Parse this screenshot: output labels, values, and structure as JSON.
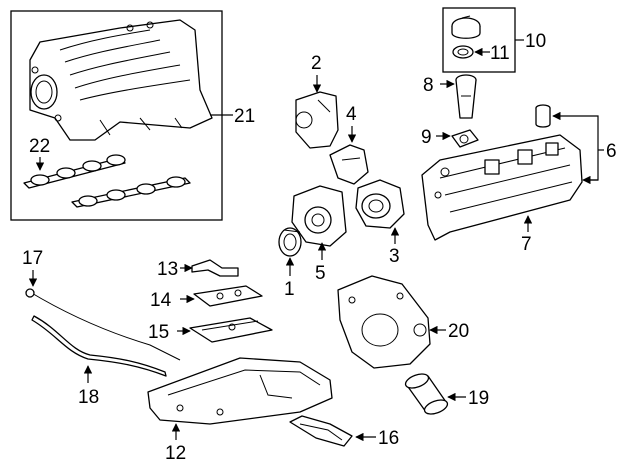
{
  "callouts": [
    {
      "id": "1",
      "label": "1"
    },
    {
      "id": "2",
      "label": "2"
    },
    {
      "id": "3",
      "label": "3"
    },
    {
      "id": "4",
      "label": "4"
    },
    {
      "id": "5",
      "label": "5"
    },
    {
      "id": "6",
      "label": "6"
    },
    {
      "id": "7",
      "label": "7"
    },
    {
      "id": "8",
      "label": "8"
    },
    {
      "id": "9",
      "label": "9"
    },
    {
      "id": "10",
      "label": "10"
    },
    {
      "id": "11",
      "label": "11"
    },
    {
      "id": "12",
      "label": "12"
    },
    {
      "id": "13",
      "label": "13"
    },
    {
      "id": "14",
      "label": "14"
    },
    {
      "id": "15",
      "label": "15"
    },
    {
      "id": "16",
      "label": "16"
    },
    {
      "id": "17",
      "label": "17"
    },
    {
      "id": "18",
      "label": "18"
    },
    {
      "id": "19",
      "label": "19"
    },
    {
      "id": "20",
      "label": "20"
    },
    {
      "id": "21",
      "label": "21"
    },
    {
      "id": "22",
      "label": "22"
    }
  ],
  "colors": {
    "line": "#000000",
    "background": "#ffffff"
  }
}
